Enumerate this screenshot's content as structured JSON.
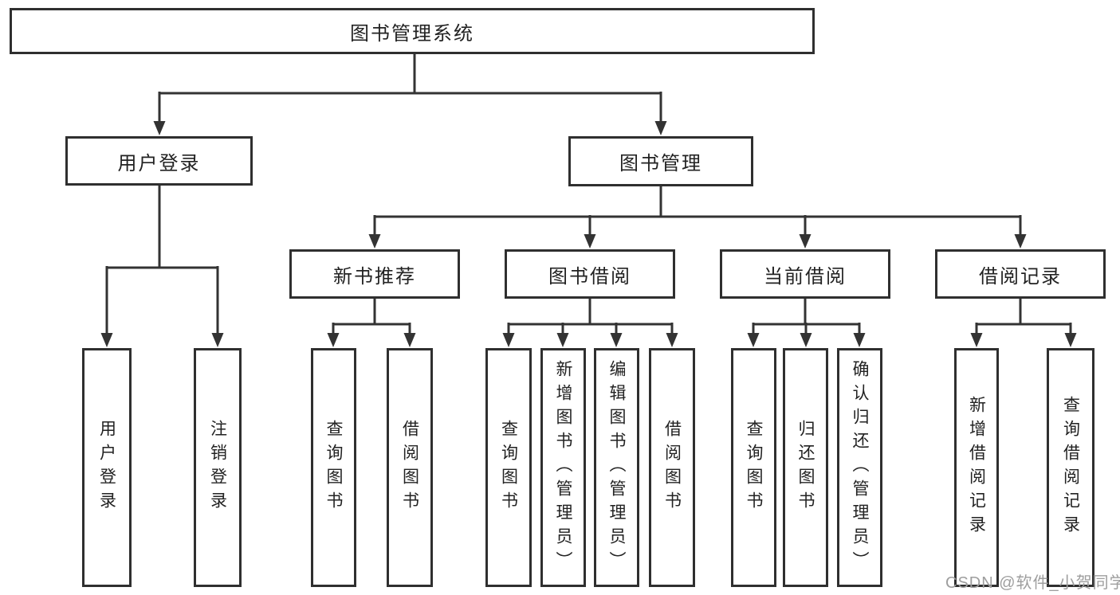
{
  "tree": {
    "root": {
      "label": "图书管理系统"
    },
    "branches": [
      {
        "label": "用户登录",
        "children": [
          "用户登录",
          "注销登录"
        ]
      },
      {
        "label": "图书管理",
        "sections": [
          {
            "label": "新书推荐",
            "children": [
              "查询图书",
              "借阅图书"
            ]
          },
          {
            "label": "图书借阅",
            "children": [
              "查询图书",
              "新增图书（管理员）",
              "编辑图书（管理员）",
              "借阅图书"
            ]
          },
          {
            "label": "当前借阅",
            "children": [
              "查询图书",
              "归还图书",
              "确认归还（管理员）"
            ]
          },
          {
            "label": "借阅记录",
            "children": [
              "新增借阅记录",
              "查询借阅记录"
            ]
          }
        ]
      }
    ]
  },
  "watermark": {
    "text": "CSDN @软件_小贺同学"
  },
  "colors": {
    "line": "#333333",
    "box_border": "#2f2f2f",
    "text": "#222222",
    "watermark": "#9e9e9e",
    "background": "#ffffff"
  }
}
